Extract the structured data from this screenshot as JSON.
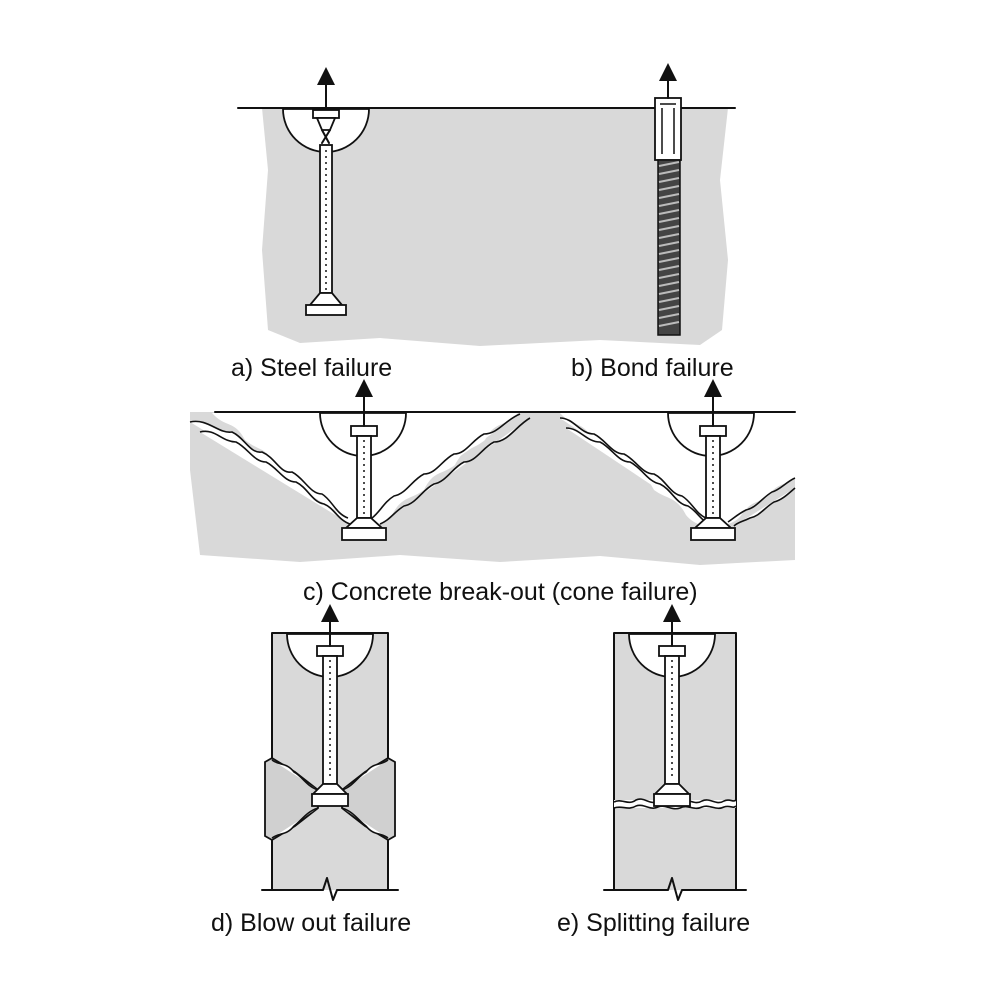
{
  "captions": {
    "a": "a) Steel failure",
    "b": "b) Bond failure",
    "c": "c) Concrete break-out (cone failure)",
    "d": "d) Blow out failure",
    "e": "e) Splitting failure"
  },
  "colors": {
    "concrete": "#d9d9d9",
    "line": "#111111",
    "background": "#ffffff"
  }
}
